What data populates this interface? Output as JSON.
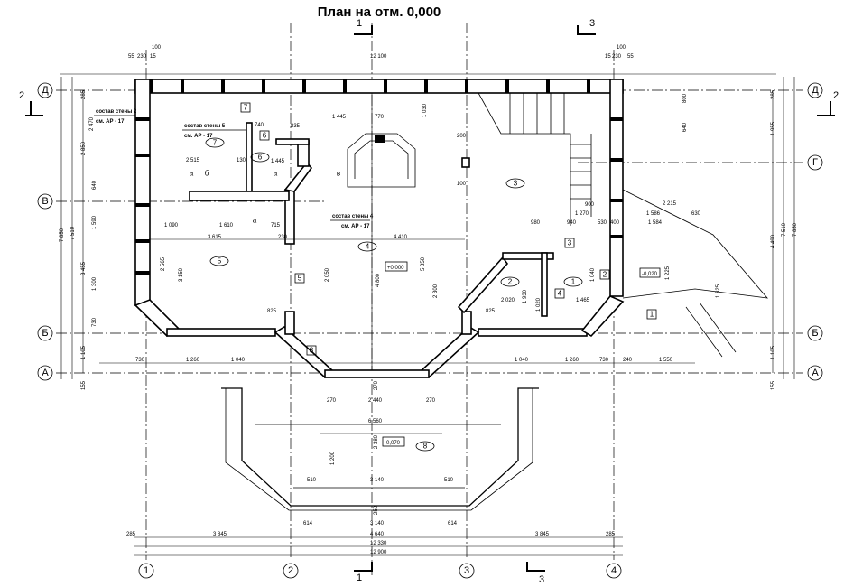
{
  "title": "План на отм. 0,000",
  "axes": {
    "vertical": [
      "1",
      "2",
      "3",
      "4"
    ],
    "horizontal": [
      "Д",
      "Г",
      "В",
      "Б",
      "А"
    ]
  },
  "sections": {
    "s1": "1",
    "s2": "2",
    "s3": "3"
  },
  "notes": {
    "wall2": "состав стены 2",
    "wall5": "состав стены 5",
    "wall4": "состав стены 4",
    "ref": "см. АР - 17"
  },
  "letters": {
    "a": "а",
    "b": "б",
    "v": "в"
  },
  "elevations": {
    "main": "+0,000",
    "entry": "-0,020",
    "terrace": "-0,070"
  },
  "rooms": [
    "1",
    "2",
    "3",
    "4",
    "5",
    "6",
    "7",
    "8"
  ],
  "doors": [
    "1",
    "2",
    "3",
    "4",
    "5",
    "6",
    "7",
    "8"
  ],
  "dims": {
    "top": [
      "55",
      "230",
      "15",
      "100",
      "12 100",
      "15",
      "230",
      "55",
      "100"
    ],
    "bottom": [
      "285",
      "3 845",
      "4 640",
      "3 845",
      "285",
      "12 330",
      "12 900"
    ],
    "porch": [
      "614",
      "3 140",
      "614",
      "510",
      "3 140",
      "510",
      "6 560",
      "2 440",
      "270",
      "270",
      "1 200",
      "2 380",
      "250",
      "270"
    ],
    "row_b": [
      "730",
      "1 260",
      "1 040",
      "1 040",
      "1 260",
      "730",
      "240",
      "1 550"
    ],
    "left": [
      "7 850",
      "7 510",
      "285",
      "2 850",
      "3 455",
      "2 470",
      "640",
      "1 590",
      "1 300",
      "730",
      "1 105",
      "155"
    ],
    "right": [
      "285",
      "1 955",
      "4 490",
      "7 510",
      "7 850",
      "1 105",
      "155",
      "800",
      "640"
    ],
    "interior": [
      "2 515",
      "130",
      "1 445",
      "740",
      "835",
      "1 445",
      "770",
      "1 090",
      "1 610",
      "715",
      "3 615",
      "230",
      "4 410",
      "825",
      "825",
      "2 020",
      "1 465",
      "980",
      "940",
      "530",
      "400",
      "1 270",
      "900",
      "2 215",
      "1 586",
      "630",
      "1 584",
      "2 050",
      "4 800",
      "3 150",
      "2 565",
      "1 030",
      "5 850",
      "2 300",
      "200",
      "100",
      "1 625",
      "1 225",
      "1 040",
      "1 020",
      "1 930"
    ]
  }
}
